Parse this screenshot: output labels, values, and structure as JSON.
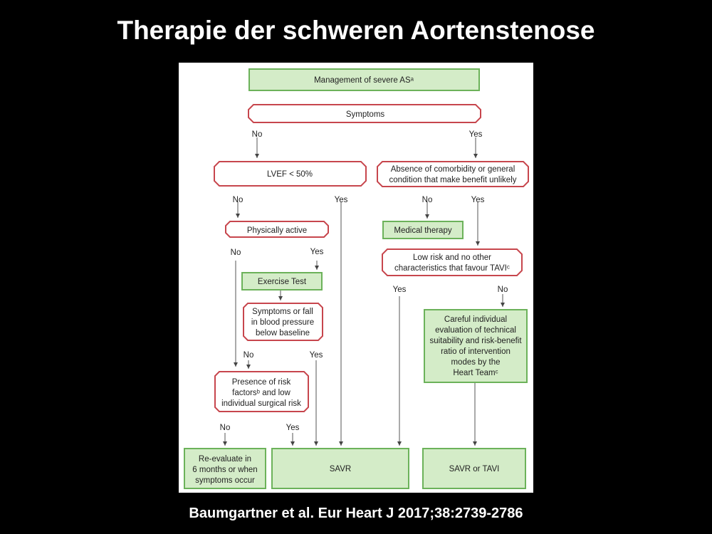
{
  "slide": {
    "title": "Therapie der schweren Aortenstenose",
    "citation": "Baumgartner et al. Eur Heart J 2017;38:2739-2786"
  },
  "nodes": {
    "management": "Management of severe ASᵃ",
    "symptoms": "Symptoms",
    "lvef": "LVEF < 50%",
    "comorbidity_1": "Absence of comorbidity or general",
    "comorbidity_2": "condition that make benefit unlikely",
    "physically_active": "Physically active",
    "medical_therapy": "Medical therapy",
    "low_risk_1": "Low risk and no other",
    "low_risk_2": "characteristics that favour TAVIᶜ",
    "exercise_test": "Exercise Test",
    "symp_fall_1": "Symptoms or fall",
    "symp_fall_2": "in blood pressure",
    "symp_fall_3": "below baseline",
    "careful_1": "Careful individual",
    "careful_2": "evaluation of technical",
    "careful_3": "suitability and risk-benefit",
    "careful_4": "ratio of intervention",
    "careful_5": "modes by the",
    "careful_6": "Heart Teamᶜ",
    "risk_1": "Presence of risk",
    "risk_2": "factorsᵇ and low",
    "risk_3": "individual surgical risk",
    "reevaluate_1": "Re-evaluate in",
    "reevaluate_2": "6 months or when",
    "reevaluate_3": "symptoms occur",
    "savr": "SAVR",
    "savr_tavi": "SAVR or TAVI"
  },
  "labels": {
    "no": "No",
    "yes": "Yes"
  },
  "colors": {
    "action_fill": "#d4ecc8",
    "action_border": "#6cb25a",
    "decision_border": "#c7464d"
  }
}
